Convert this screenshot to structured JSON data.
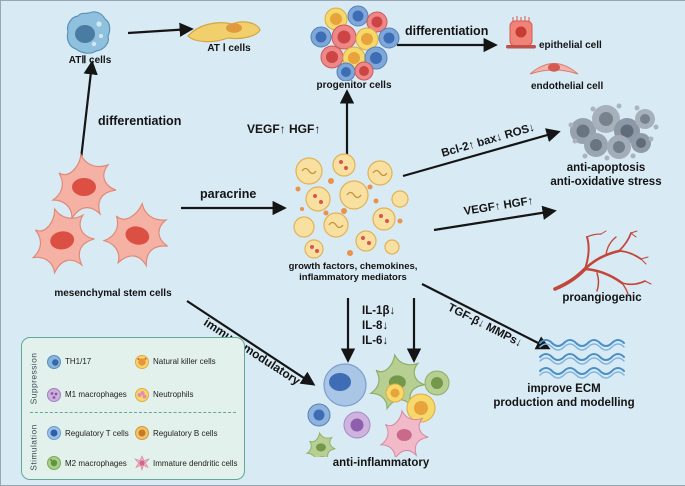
{
  "figure": {
    "background_color": "#d8eaf4",
    "arrow_color": "#151515",
    "legend_border_color": "#63a79b",
    "msc_body_color": "#f5b2a4",
    "msc_nucleus_color": "#dc5044"
  },
  "nodes": {
    "atii_cells": "ATⅡ cells",
    "ati_cells": "AT Ⅰ cells",
    "progenitor_cells": "progenitor cells",
    "epithelial_cell": "epithelial cell",
    "endothelial_cell": "endothelial cell",
    "msc": "mesenchymal stem cells",
    "growth_factors": "growth factors, chemokines,\ninflammatory mediators",
    "anti_apoptosis": "anti-apoptosis\nanti-oxidative stress",
    "proangiogenic": "proangiogenic",
    "ecm": "improve ECM\nproduction and modelling",
    "anti_inflammatory": "anti-inflammatory"
  },
  "edges": {
    "differentiation_left": "differentiation",
    "differentiation_top": "differentiation",
    "paracrine": "paracrine",
    "vegf_hgf_up": "VEGF↑ HGF↑",
    "bcl2_bax_ros": "Bcl-2↑ bax↓ ROS↓",
    "vegf_hgf_right": "VEGF↑ HGF↑",
    "tgfb_mmps": "TGF-β↓ MMPs↓",
    "il_markers": "IL-1β↓\nIL-8↓\nIL-6↓",
    "immunomodulatory": "immunomodulatory"
  },
  "legend": {
    "suppression": "Suppression",
    "stimulation": "Stimulation",
    "suppression_items": [
      {
        "label": "TH1/17",
        "icon": "th1-17-cell-icon"
      },
      {
        "label": "Natural killer cells",
        "icon": "nk-cell-icon"
      },
      {
        "label": "M1 macrophages",
        "icon": "m1-macrophage-icon"
      },
      {
        "label": "Neutrophils",
        "icon": "neutrophil-icon"
      }
    ],
    "stimulation_items": [
      {
        "label": "Regulatory T cells",
        "icon": "treg-cell-icon"
      },
      {
        "label": "Regulatory B cells",
        "icon": "breg-cell-icon"
      },
      {
        "label": "M2 macrophages",
        "icon": "m2-macrophage-icon"
      },
      {
        "label": "Immature dendritic cells",
        "icon": "immature-dendritic-cell-icon"
      }
    ]
  }
}
